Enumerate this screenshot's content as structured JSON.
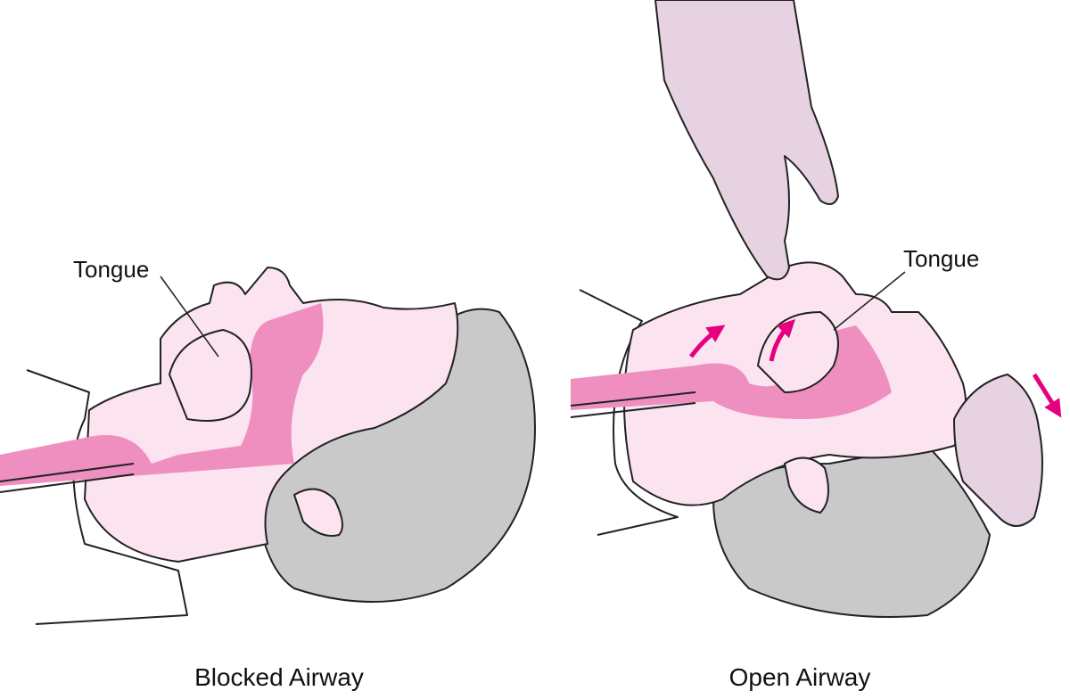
{
  "panels": [
    {
      "caption": "Blocked Airway",
      "label": "Tongue"
    },
    {
      "caption": "Open Airway",
      "label": "Tongue"
    }
  ],
  "colors": {
    "skin": "#fbe3ef",
    "airway": "#ee8fc0",
    "hair": "#c9c9c9",
    "hand": "#e6d2e0",
    "arrow": "#e6007e",
    "outline": "#222222"
  }
}
